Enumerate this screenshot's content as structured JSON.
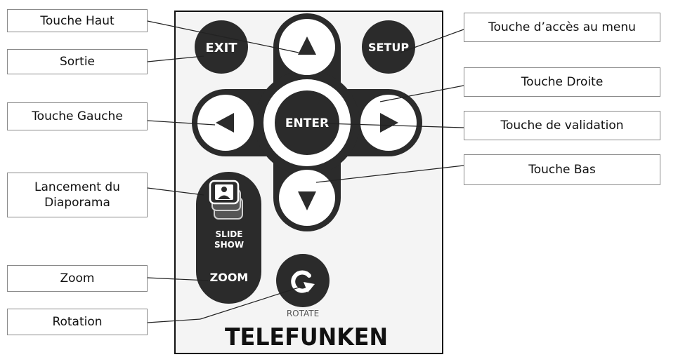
{
  "callouts": {
    "up": "Touche Haut",
    "exit": "Sortie",
    "left": "Touche Gauche",
    "slideshow_line1": "Lancement du",
    "slideshow_line2": "Diaporama",
    "zoom": "Zoom",
    "rotation": "Rotation",
    "menu": "Touche d’accès au menu",
    "right": "Touche Droite",
    "enter": "Touche de validation",
    "down": "Touche Bas"
  },
  "remote": {
    "exit_label": "EXIT",
    "setup_label": "SETUP",
    "enter_label": "ENTER",
    "slideshow_line1": "SLIDE",
    "slideshow_line2": "SHOW",
    "zoom_label": "ZOOM",
    "rotate_label": "ROTATE",
    "brand": "TELEFUNKEN"
  },
  "colors": {
    "button_dark": "#2b2b2b",
    "button_ring": "#ffffff",
    "pad_background": "#f4f4f4"
  }
}
